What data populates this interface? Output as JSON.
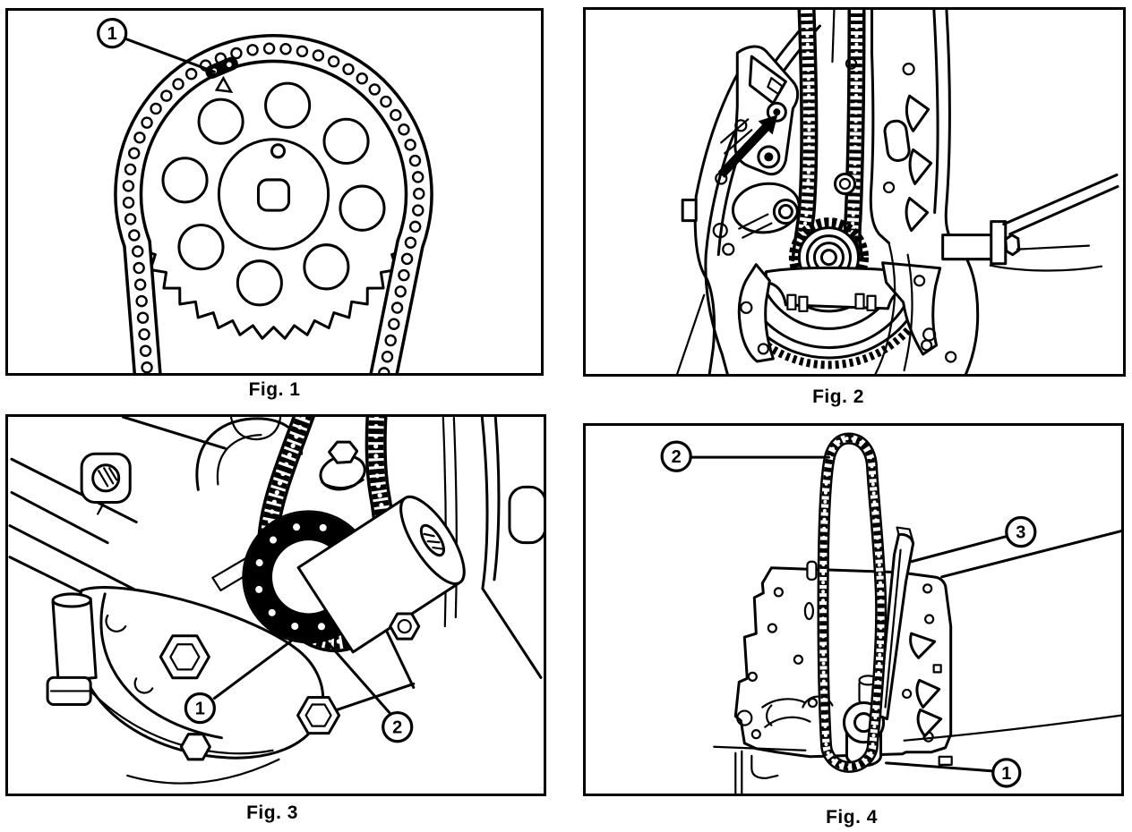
{
  "colors": {
    "ink": "#000000",
    "paper": "#ffffff"
  },
  "figures": [
    {
      "caption": "Fig. 1",
      "callouts": [
        {
          "label": "1"
        }
      ]
    },
    {
      "caption": "Fig. 2",
      "callouts": []
    },
    {
      "caption": "Fig. 3",
      "callouts": [
        {
          "label": "1"
        },
        {
          "label": "2"
        }
      ]
    },
    {
      "caption": "Fig. 4",
      "callouts": [
        {
          "label": "2"
        },
        {
          "label": "3"
        },
        {
          "label": "1"
        }
      ]
    }
  ]
}
